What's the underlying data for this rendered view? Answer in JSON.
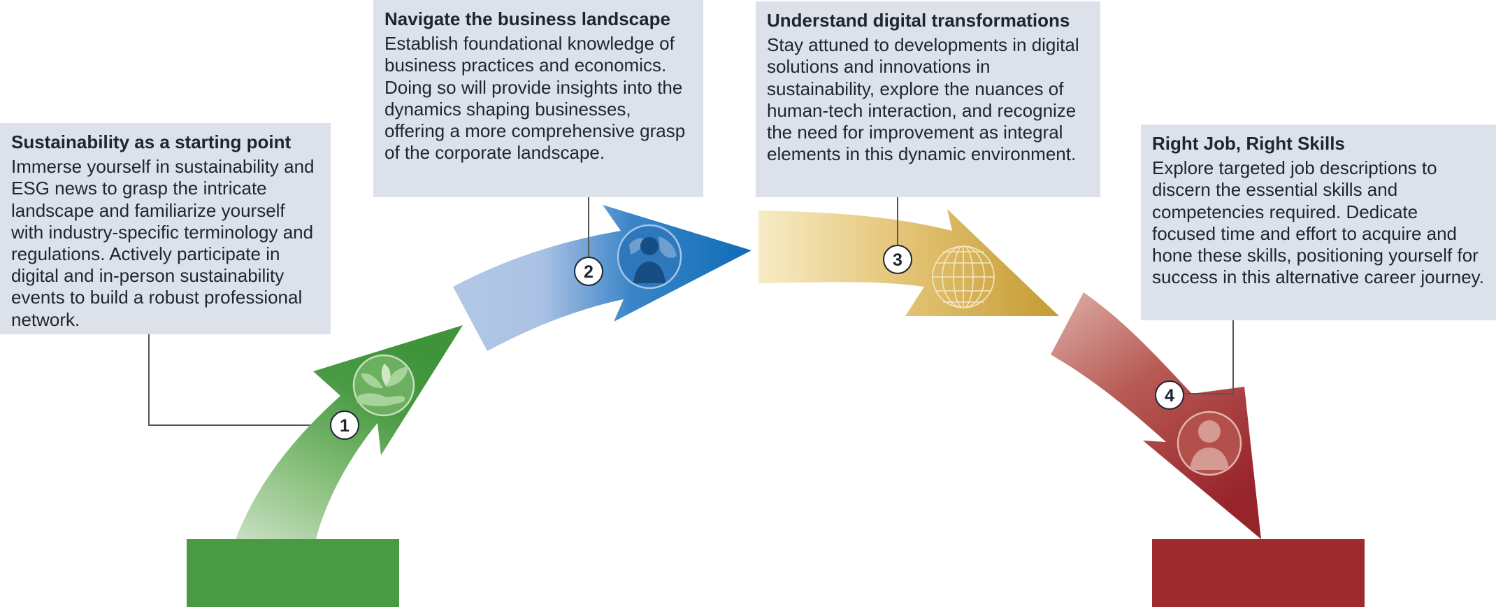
{
  "colors": {
    "green": "#4a9a44",
    "blue": "#1a6fb5",
    "gold": "#c9a03a",
    "red": "#9d2a2c",
    "box_bg": "#dde2ea"
  },
  "steps": [
    {
      "number": "1",
      "title": "Sustainability as a starting point",
      "text": "Immerse yourself in sustainability and ESG news to grasp the intricate landscape and familiarize yourself with industry-specific terminology and regulations. Actively participate in digital and in-person sustainability events to build a robust professional network.",
      "icon": "leaf-hand-icon"
    },
    {
      "number": "2",
      "title": "Navigate the business landscape",
      "text": "Establish foundational knowledge of business practices and economics. Doing so will provide insights into the dynamics shaping businesses, offering a more comprehensive grasp of the corporate landscape.",
      "icon": "globe-person-icon"
    },
    {
      "number": "3",
      "title": "Understand digital transformations",
      "text": "Stay attuned to developments in digital solutions and innovations in sustainability, explore the nuances of human-tech interaction, and recognize the need for improvement as integral elements in this dynamic environment.",
      "icon": "wireframe-globe-icon"
    },
    {
      "number": "4",
      "title": "Right Job, Right Skills",
      "text": "Explore targeted job descriptions to discern the essential skills and competencies required. Dedicate focused time and effort to acquire and hone these skills, positioning yourself for success in this alternative career journey.",
      "icon": "person-icon"
    }
  ]
}
